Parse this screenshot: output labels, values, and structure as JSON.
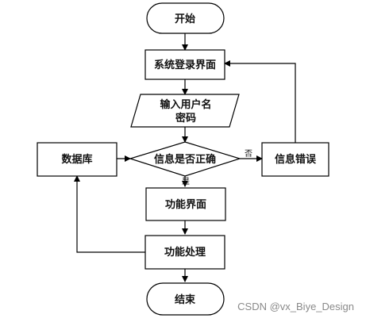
{
  "nodes": {
    "start": "开始",
    "login": "系统登录界面",
    "input_line1": "输入用户名",
    "input_line2": "密码",
    "check": "信息是否正确",
    "database": "数据库",
    "error": "信息错误",
    "function_ui": "功能界面",
    "process": "功能处理",
    "end": "结束"
  },
  "edge_labels": {
    "no": "否",
    "yes": "是"
  },
  "watermark": "CSDN @vx_Biye_Design",
  "colors": {
    "stroke": "#000000",
    "text": "#111111",
    "watermark": "#8a8a8a"
  }
}
